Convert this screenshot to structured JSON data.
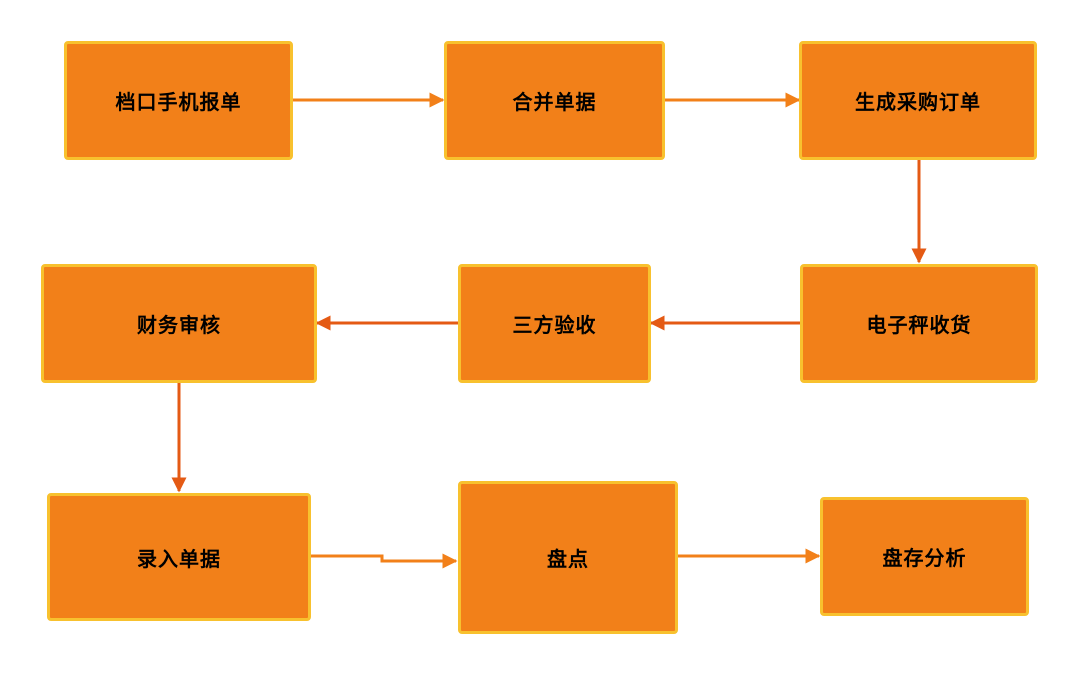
{
  "colors": {
    "node_fill": "#f28019",
    "node_border": "#f8c12e",
    "arrow_orange": "#f28019",
    "arrow_red": "#e45a14"
  },
  "nodes": {
    "n1": "档口手机报单",
    "n2": "合并单据",
    "n3": "生成采购订单",
    "n4": "电子秤收货",
    "n5": "三方验收",
    "n6": "财务审核",
    "n7": "录入单据",
    "n8": "盘点",
    "n9": "盘存分析"
  },
  "edges": [
    {
      "from": "n1",
      "to": "n2"
    },
    {
      "from": "n2",
      "to": "n3"
    },
    {
      "from": "n3",
      "to": "n4"
    },
    {
      "from": "n4",
      "to": "n5"
    },
    {
      "from": "n5",
      "to": "n6"
    },
    {
      "from": "n6",
      "to": "n7"
    },
    {
      "from": "n7",
      "to": "n8"
    },
    {
      "from": "n8",
      "to": "n9"
    }
  ]
}
